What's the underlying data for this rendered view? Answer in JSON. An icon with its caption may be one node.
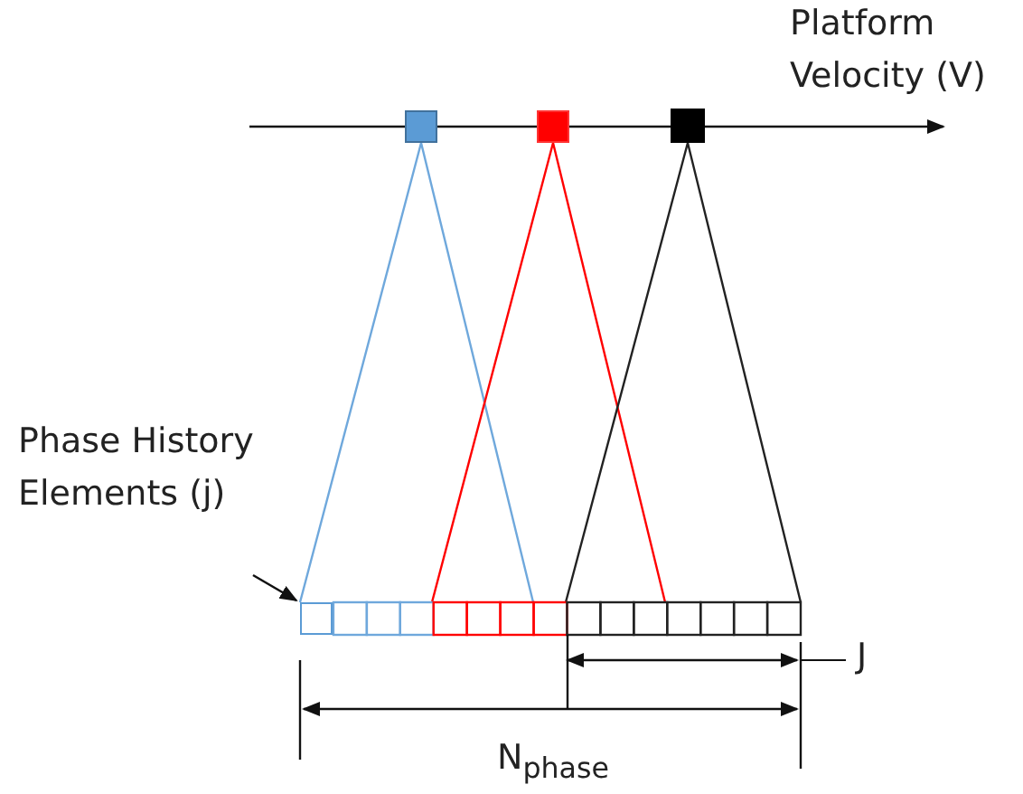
{
  "diagram": {
    "nodes": [
      {
        "text": [],
        "shape": "box"
      },
      {
        "text": [],
        "shape": "box"
      },
      {
        "text": [],
        "shape": "box"
      },
      {
        "text": [
          "Phase History Elements (j)"
        ]
      },
      {
        "text": [],
        "shape": "box"
      }
    ],
    "edges": [
      {
        "from": 3,
        "to": 4,
        "arrow": "to"
      }
    ],
    "labels": [
      "Platform Velocity (V)",
      "J",
      "N$_{phase}$"
    ]
  }
}
